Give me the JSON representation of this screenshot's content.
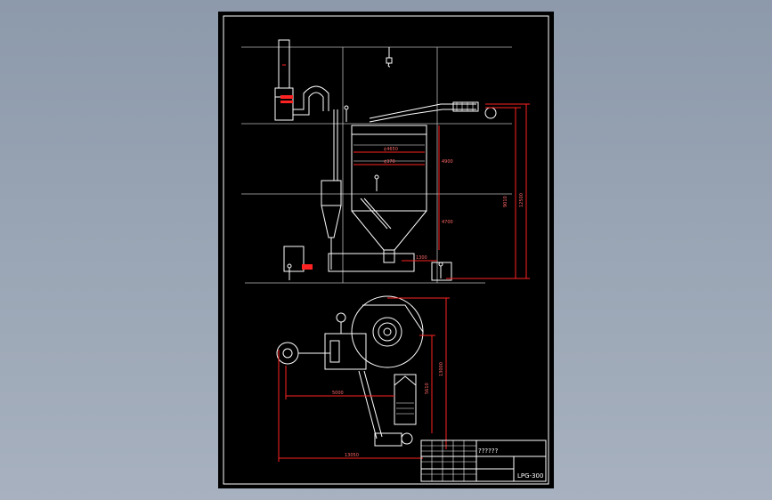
{
  "drawing": {
    "title_block": {
      "name_cells": "??????",
      "model": "LPG-300"
    },
    "front_view_dims": {
      "d1": "¢4650",
      "d2": "¢370",
      "d3": "4900",
      "d4": "4700",
      "d5": "1300",
      "d6": "9010",
      "d7": "12500"
    },
    "plan_view_dims": {
      "p1": "5000",
      "p2": "5610",
      "p3": "13050",
      "p4": "13000"
    }
  }
}
